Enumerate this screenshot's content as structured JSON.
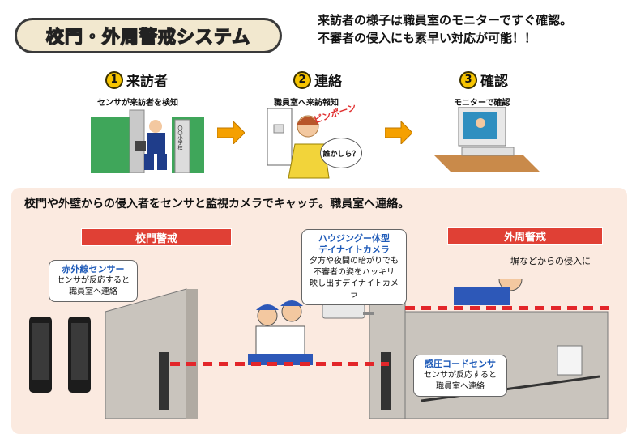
{
  "title": "校門・外周警戒システム",
  "lead": {
    "line1": "来訪者の様子は職員室のモニターですぐ確認。",
    "line2": "不審者の侵入にも素早い対応が可能！！"
  },
  "steps": [
    {
      "num": "1",
      "title": "来訪者",
      "desc": "センサが来訪者を検知"
    },
    {
      "num": "2",
      "title": "連絡",
      "desc": "職員室へ来訪報知"
    },
    {
      "num": "3",
      "title": "確認",
      "desc": "モニターで確認"
    }
  ],
  "step1_sign": "〇〇小学校",
  "step2_bell": "ピンポーン",
  "step2_bubble": "誰かしら？",
  "bottom": {
    "headline": "校門や外壁からの侵入者をセンサと監視カメラでキャッチ。職員室へ連絡。",
    "tag_gate": "校門警戒",
    "tag_perimeter": "外周警戒",
    "infrared": {
      "title": "赤外線センサー",
      "line1": "センサが反応すると",
      "line2": "職員室へ連絡"
    },
    "camera": {
      "title1": "ハウジングー体型",
      "title2": "デイナイトカメラ",
      "line1": "夕方や夜間の暗がりでも",
      "line2": "不審者の姿をハッキリ",
      "line3": "映し出すデイナイトカメラ"
    },
    "wall_intrusion": "塀などからの侵入に",
    "pressure": {
      "title": "感圧コードセンサ",
      "line1": "センサが反応すると",
      "line2": "職員室へ連絡"
    }
  },
  "colors": {
    "accent_red": "#e04035",
    "accent_blue": "#1e5ab8",
    "arrow_orange": "#f5a000",
    "panel_bg": "#fbeae0"
  }
}
